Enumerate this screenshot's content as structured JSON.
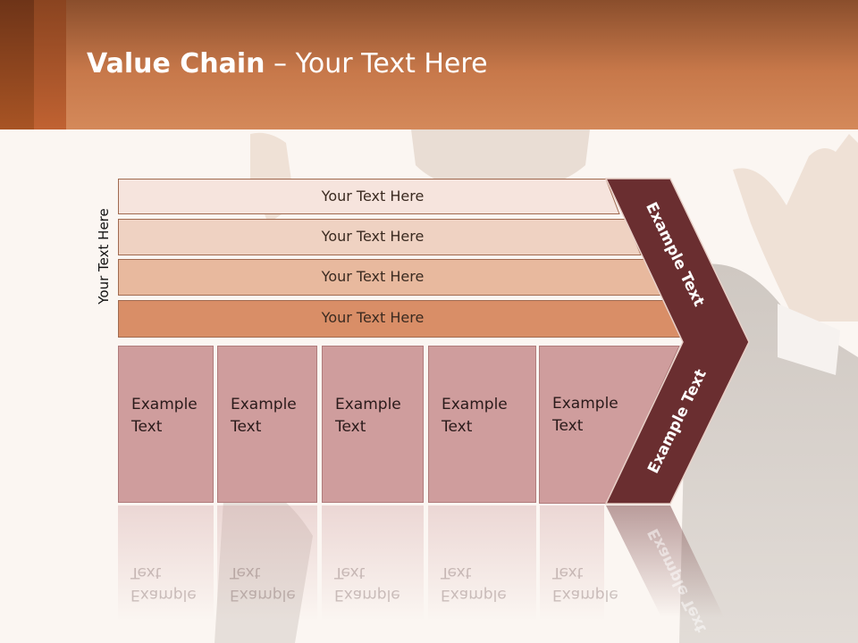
{
  "title": {
    "bold": "Value Chain",
    "rest": " – Your Text Here"
  },
  "side_label": "Your Text Here",
  "support_rows": [
    "Your Text Here",
    "Your Text Here",
    "Your Text Here",
    "Your Text Here"
  ],
  "primary_boxes": [
    "Example\nText",
    "Example\nText",
    "Example\nText",
    "Example\nText",
    "Example\nText"
  ],
  "chevron": {
    "upper": "Example Text",
    "lower": "Example Text"
  },
  "colors": {
    "header": "#c7784a",
    "row1": "#f6e4dd",
    "row2": "#efd2c2",
    "row3": "#e8b99e",
    "row4": "#d98e67",
    "box": "#cf9d9d",
    "chevron": "#6a2e30"
  }
}
